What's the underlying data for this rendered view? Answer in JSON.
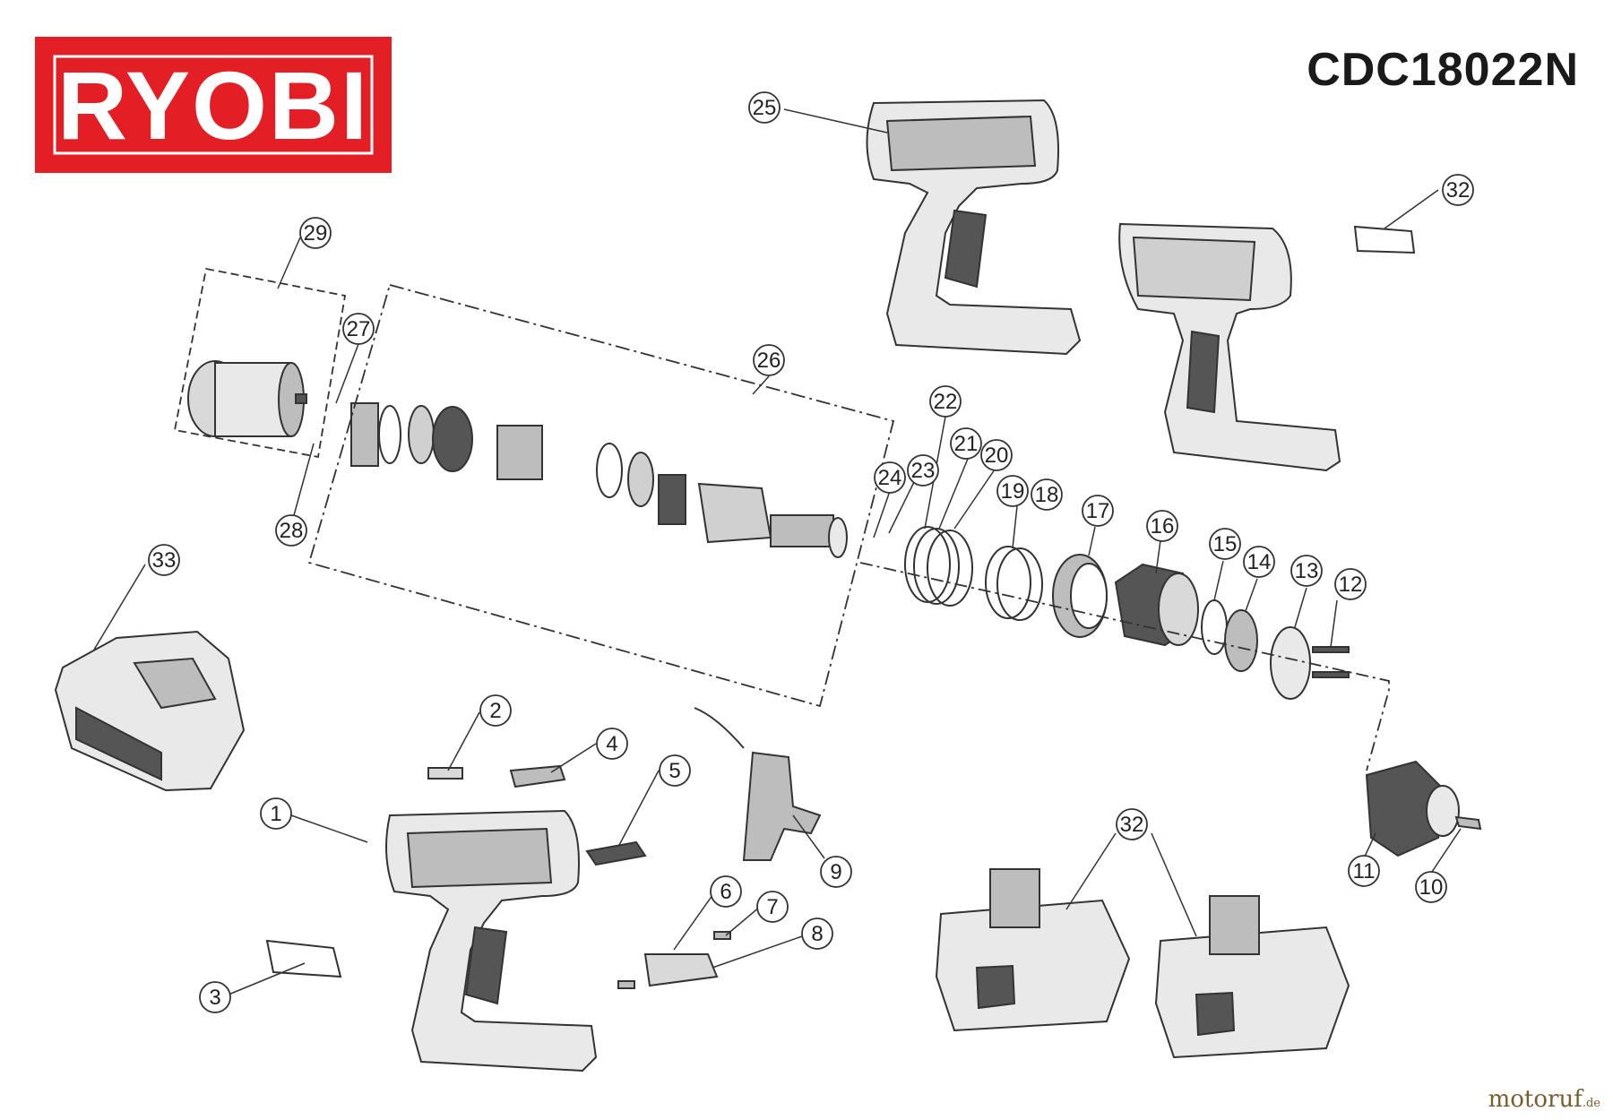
{
  "brand": {
    "logo_text": "RYOBI",
    "logo_color": "#e31e24"
  },
  "model": "CDC18022N",
  "watermark": {
    "name": "motoruf",
    "tld": ".de"
  },
  "callouts": [
    "1",
    "2",
    "3",
    "4",
    "5",
    "6",
    "7",
    "8",
    "9",
    "10",
    "11",
    "12",
    "13",
    "14",
    "15",
    "16",
    "17",
    "18",
    "19",
    "20",
    "21",
    "22",
    "23",
    "24",
    "25",
    "26",
    "27",
    "28",
    "29",
    "32",
    "32",
    "33"
  ],
  "colors": {
    "line": "#333333",
    "fill_light": "#e9e9e9",
    "fill_mid": "#bdbdbd",
    "fill_dark": "#555555"
  }
}
